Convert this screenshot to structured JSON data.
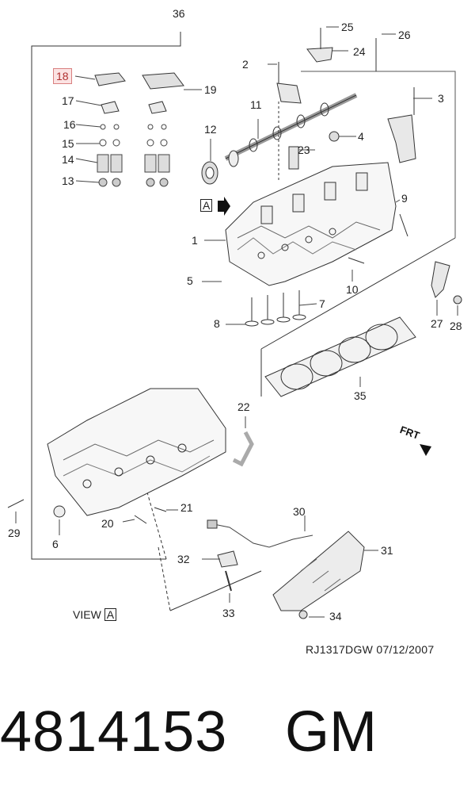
{
  "diagram": {
    "callouts": [
      {
        "label": "36"
      },
      {
        "label": "25"
      },
      {
        "label": "26"
      },
      {
        "label": "24"
      },
      {
        "label": "18",
        "highlight": true
      },
      {
        "label": "19"
      },
      {
        "label": "2"
      },
      {
        "label": "3"
      },
      {
        "label": "17"
      },
      {
        "label": "11"
      },
      {
        "label": "16"
      },
      {
        "label": "12"
      },
      {
        "label": "4"
      },
      {
        "label": "15"
      },
      {
        "label": "23"
      },
      {
        "label": "14"
      },
      {
        "label": "13"
      },
      {
        "label": "9"
      },
      {
        "label": "1"
      },
      {
        "label": "5"
      },
      {
        "label": "10"
      },
      {
        "label": "7"
      },
      {
        "label": "8"
      },
      {
        "label": "27"
      },
      {
        "label": "28"
      },
      {
        "label": "35"
      },
      {
        "label": "22"
      },
      {
        "label": "21"
      },
      {
        "label": "29"
      },
      {
        "label": "20"
      },
      {
        "label": "6"
      },
      {
        "label": "30"
      },
      {
        "label": "31"
      },
      {
        "label": "32"
      },
      {
        "label": "33"
      },
      {
        "label": "34"
      }
    ],
    "view_label": "VIEW",
    "view_letter": "A",
    "arrow_letter": "A",
    "front_marker": "FRT",
    "reference_code": "RJ1317DGW  07/12/2007",
    "highlight_color": "#d98080"
  },
  "footer": {
    "part_number": "4814153",
    "brand": "GM"
  }
}
